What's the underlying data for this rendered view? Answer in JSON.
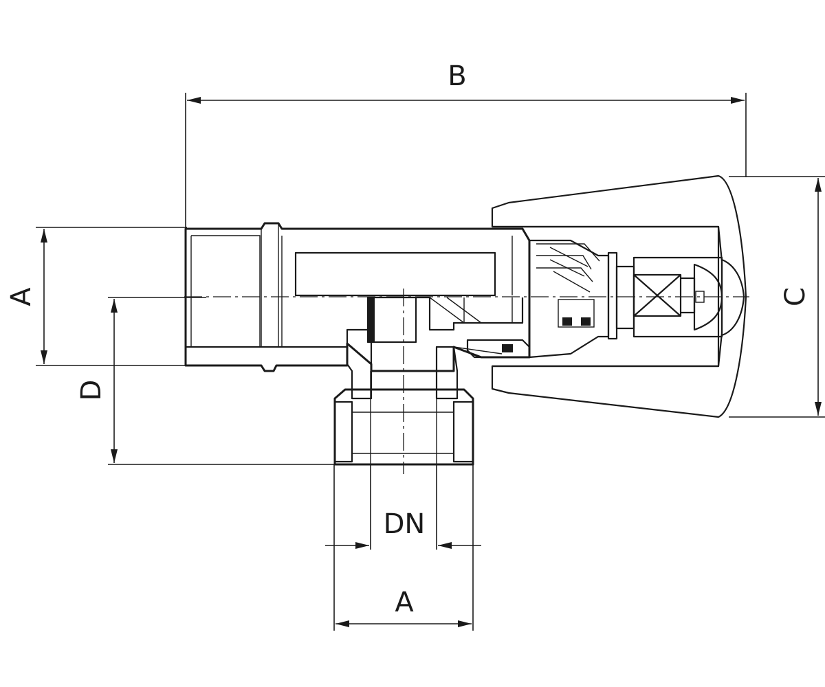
{
  "dimension_labels": {
    "B": "B",
    "A_left": "A",
    "A_bottom": "A",
    "C": "C",
    "D": "D",
    "DN": "DN"
  }
}
